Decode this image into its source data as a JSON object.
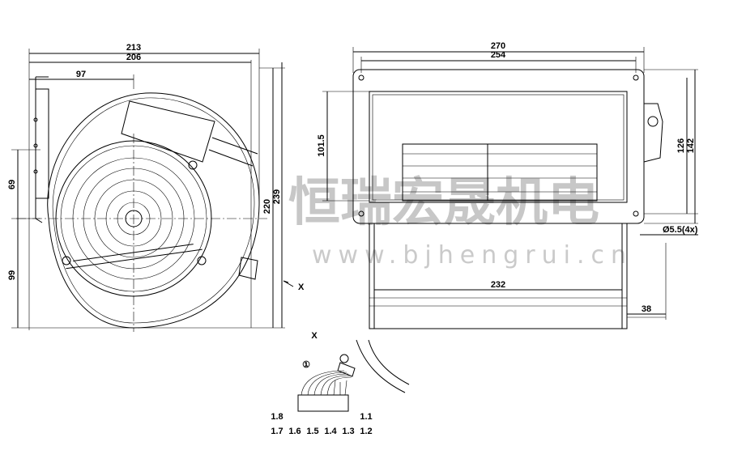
{
  "front_view": {
    "dims": {
      "width_overall": "213",
      "width_inner": "206",
      "offset": "97",
      "height_upper": "69",
      "height_lower": "99",
      "height_220": "220",
      "height_239": "239"
    },
    "view_marker": "X"
  },
  "side_view": {
    "dims": {
      "width_270": "270",
      "width_254": "254",
      "height_101_5": "101.5",
      "height_126": "126",
      "height_142": "142",
      "hole": "Ø5.5(4x)",
      "length_232": "232",
      "depth_38": "38"
    }
  },
  "detail_x": {
    "title": "X",
    "callout": "①",
    "pins": [
      "1.1",
      "1.2",
      "1.3",
      "1.4",
      "1.5",
      "1.6",
      "1.7",
      "1.8"
    ]
  },
  "watermark": {
    "cn": "恒瑞宏晟机电",
    "url": "www.bjhengrui.cn"
  }
}
